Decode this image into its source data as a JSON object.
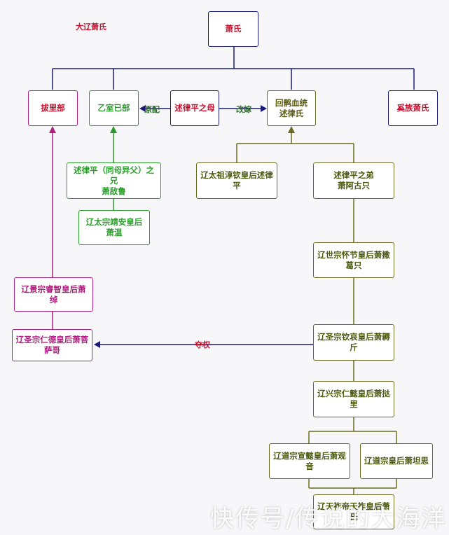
{
  "title": "大辽萧氏",
  "nodes": {
    "xiao": "萧氏",
    "balibu": "拔里部",
    "yishiji": "乙室已部",
    "shulupingmu": "述律平之母",
    "huihu": "回鹘血统\n述律氏",
    "xizu": "奚族萧氏",
    "shulupingxiong": "述律平（同母异父）之兄\n萧敌鲁",
    "taizu": "辽太祖淳钦皇后述律平",
    "shuludi": "述律平之弟\n萧阿古只",
    "taizong": "辽太宗靖安皇后\n萧温",
    "shizong": "辽世宗怀节皇后萧撒葛只",
    "jingzong": "辽景宗睿智皇后萧绰",
    "shengzong_q": "辽圣宗钦哀皇后萧耨斤",
    "shengzong_r": "辽圣宗仁德皇后萧菩萨哥",
    "xingzong": "辽兴宗仁懿皇后萧挞里",
    "daozong_x": "辽道宗宣懿皇后萧观音",
    "daozong_t": "辽道宗皇后萧坦思",
    "tianzuo": "辽天祚帝天祚皇后萧氏"
  },
  "edges": {
    "yuanpei": "原配",
    "gaijia": "改嫁",
    "duoquan": "夺权"
  },
  "watermark": "快传号/传说的大海洋",
  "colors": {
    "navy": "#1a1a7a",
    "purple": "#b02080",
    "green": "#2a9a2a",
    "olive": "#6a6a20",
    "red": "#c8102e"
  }
}
